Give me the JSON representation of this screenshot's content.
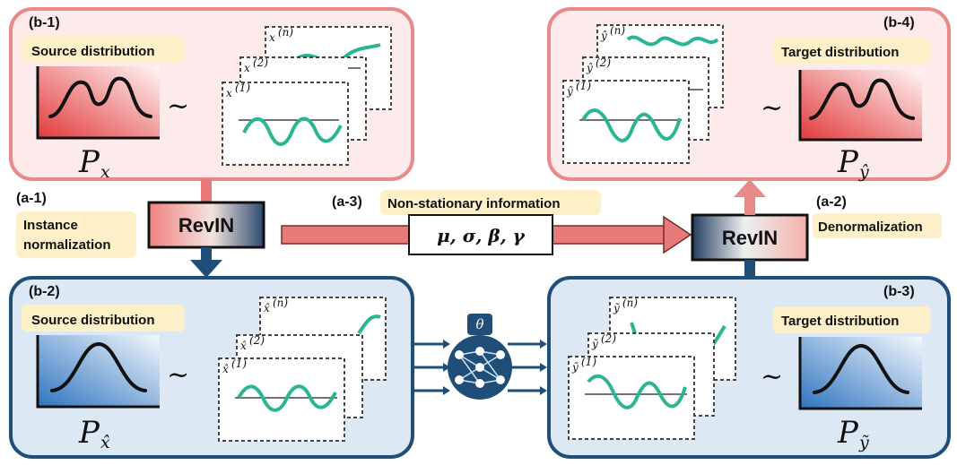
{
  "colors": {
    "red_border": "#e88a8a",
    "red_fill": "#fdeaea",
    "blue_border": "#1f4e79",
    "blue_fill": "#dce9f5",
    "label_fill": "#fdf0c8",
    "arrow_red": "#e87a7a",
    "arrow_blue": "#1f4e79",
    "wave": "#2bb592"
  },
  "panels": {
    "b1": {
      "tag": "(b-1)",
      "label": "Source distribution",
      "p_main": "P",
      "p_sub": "x",
      "tilde": "~",
      "series": [
        "x",
        "x",
        "x"
      ],
      "series_idx": [
        "(1)",
        "(2)",
        "(n)"
      ]
    },
    "b2": {
      "tag": "(b-2)",
      "label": "Source distribution",
      "p_main": "P",
      "p_sub": "x̂",
      "tilde": "~",
      "series": [
        "x̂",
        "x̂",
        "x̂"
      ],
      "series_idx": [
        "(1)",
        "(2)",
        "(n)"
      ]
    },
    "b3": {
      "tag": "(b-3)",
      "label": "Target distribution",
      "p_main": "P",
      "p_sub": "ỹ",
      "tilde": "~",
      "series": [
        "ỹ",
        "ỹ",
        "ỹ"
      ],
      "series_idx": [
        "(1)",
        "(2)",
        "(n)"
      ]
    },
    "b4": {
      "tag": "(b-4)",
      "label": "Target distribution",
      "p_main": "P",
      "p_sub": "ŷ",
      "tilde": "~",
      "series": [
        "ŷ",
        "ŷ",
        "ŷ"
      ],
      "series_idx": [
        "(1)",
        "(2)",
        "(n)"
      ]
    }
  },
  "a1": {
    "tag": "(a-1)",
    "line1": "Instance",
    "line2": "normalization"
  },
  "a2": {
    "tag": "(a-2)",
    "label": "Denormalization"
  },
  "a3": {
    "tag": "(a-3)",
    "label": "Non-stationary information",
    "params": "μ,  σ,  β,  γ"
  },
  "revin_left": "RevIN",
  "revin_right": "RevIN",
  "model": {
    "symbol": "θ"
  }
}
